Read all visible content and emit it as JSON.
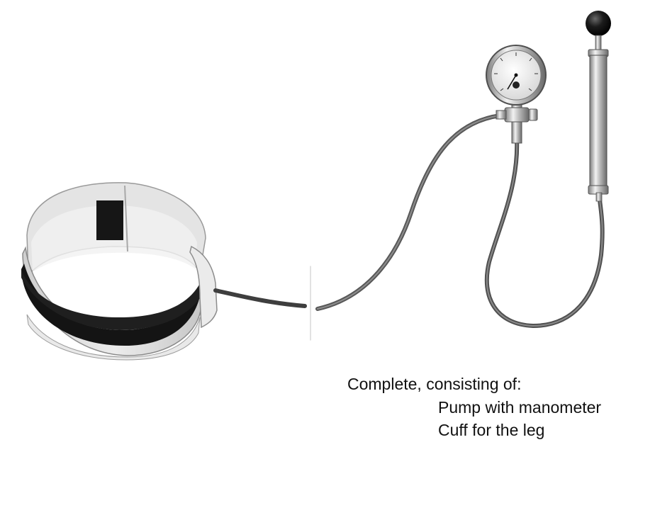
{
  "caption": {
    "heading": "Complete, consisting of:",
    "items": [
      "Pump with manometer",
      "Cuff for the leg"
    ]
  },
  "photo": {
    "subjects": [
      "leg-cuff",
      "hand-pump",
      "manometer-gauge",
      "rubber-tubing"
    ],
    "colors": {
      "background": "#ffffff",
      "cuff_fabric": "#dcdcdc",
      "velcro_band": "#141414",
      "tubing": "#4a4a4a",
      "metal": "#b9b9b9",
      "pump_knob": "#0d0d0d"
    }
  }
}
